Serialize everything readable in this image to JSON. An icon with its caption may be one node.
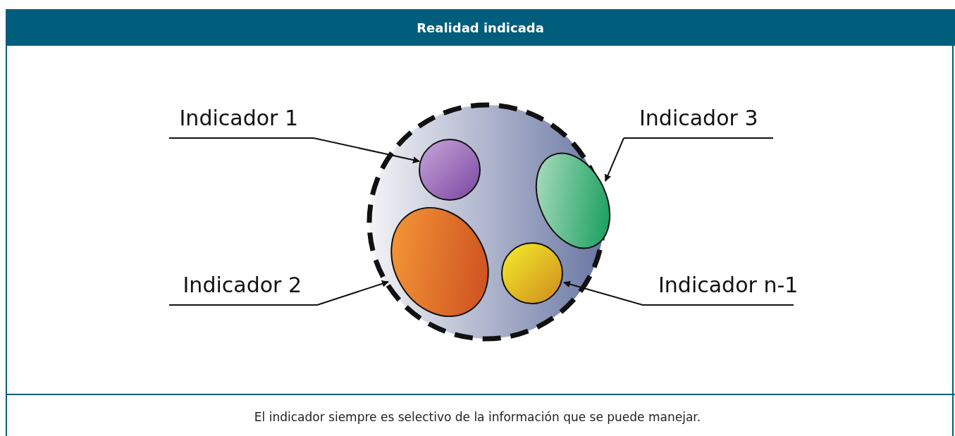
{
  "diagram": {
    "title": "Realidad indicada",
    "caption": "El indicador siempre es selectivo de la información que se puede manejar.",
    "nodes": [
      {
        "text": [],
        "shape": "circle"
      },
      {
        "text": [],
        "shape": "circle",
        "in": 0
      },
      {
        "text": [],
        "shape": "ellipse",
        "in": 0
      },
      {
        "text": [],
        "shape": "ellipse",
        "in": 0
      },
      {
        "text": [],
        "shape": "circle",
        "in": 0
      },
      {
        "text": [
          "Indicador 1"
        ]
      },
      {
        "text": [
          "Indicador 3"
        ]
      },
      {
        "text": [
          "Indicador 2"
        ]
      },
      {
        "text": [
          "Indicador n-1"
        ]
      }
    ],
    "edges": [
      {
        "from": 5,
        "to": 1,
        "arrow": "to"
      },
      {
        "from": 6,
        "to": 2,
        "arrow": "to"
      },
      {
        "from": 7,
        "to": 0,
        "arrow": "to"
      },
      {
        "from": 8,
        "to": 4,
        "arrow": "to"
      }
    ]
  }
}
